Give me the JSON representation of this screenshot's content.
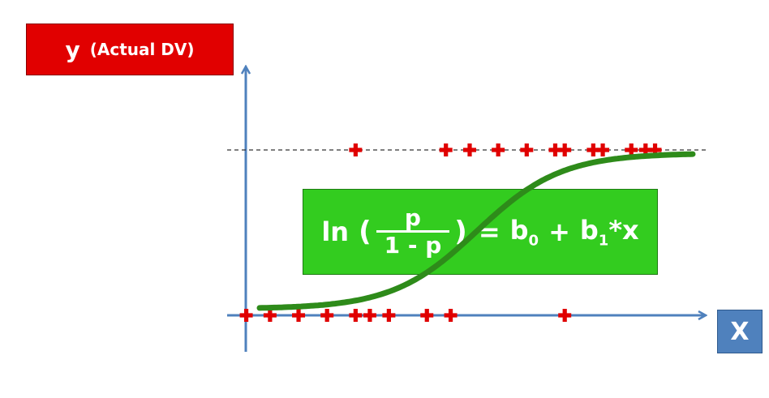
{
  "y_label": {
    "main": "y",
    "sub": "(Actual DV)"
  },
  "x_label": "X",
  "equation": {
    "ln": "ln",
    "open_paren": "(",
    "numerator": "p",
    "denominator": "1 - p",
    "close_paren": ")",
    "equals": "=",
    "b": "b",
    "b0_sub": "0",
    "plus": "+",
    "b1_sub": "1",
    "tail": "*x"
  },
  "colors": {
    "axis": "#4f81bd",
    "points": "#e00000",
    "curve": "#2e8b1a",
    "y_box": "#e10000",
    "x_box": "#4f81bd",
    "equation_box": "#33cc1f"
  },
  "chart_data": {
    "type": "scatter",
    "ylim": [
      0,
      1
    ],
    "xlim": [
      0,
      100
    ],
    "series": [
      {
        "values_at_y1": [
          26,
          45,
          50,
          56,
          62,
          68,
          70,
          76,
          78,
          84,
          87,
          89
        ],
        "values_at_y0": [
          3,
          8,
          14,
          20,
          26,
          29,
          33,
          41,
          46,
          70
        ]
      }
    ],
    "curve": "logistic",
    "reference_line_y": 1
  }
}
